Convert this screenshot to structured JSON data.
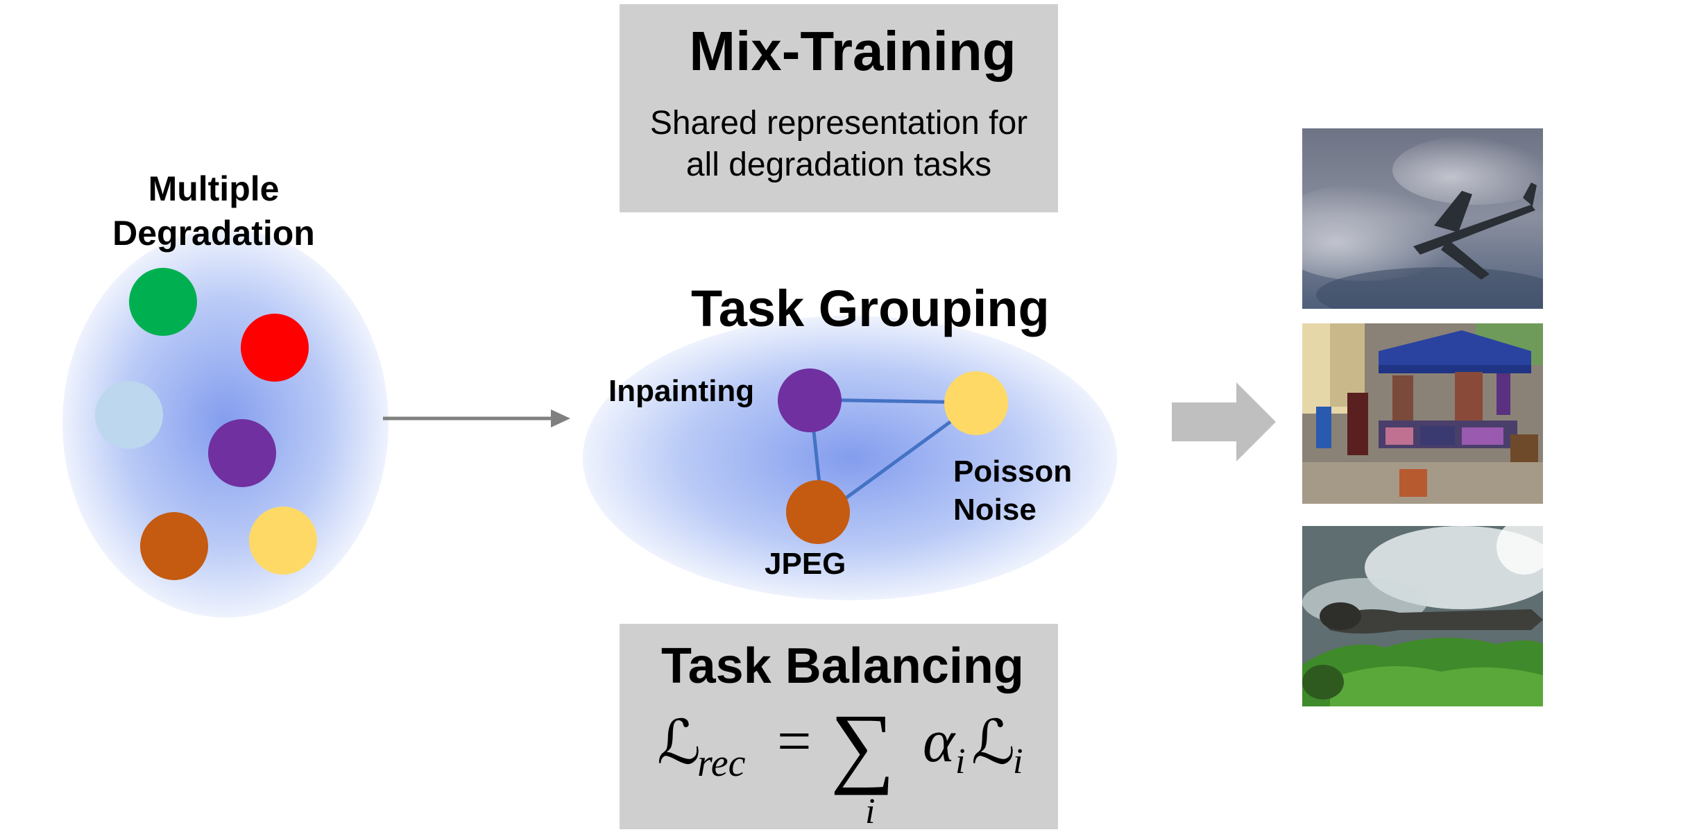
{
  "left": {
    "title_line1": "Multiple",
    "title_line2": "Degradation"
  },
  "mix_training": {
    "title": "Mix-Training",
    "subtitle_line1": "Shared representation for",
    "subtitle_line2": "all degradation tasks"
  },
  "task_grouping": {
    "title": "Task Grouping",
    "nodes": {
      "inpainting": "Inpainting",
      "poisson_line1": "Poisson",
      "poisson_line2": "Noise",
      "jpeg": "JPEG"
    }
  },
  "task_balancing": {
    "title": "Task Balancing",
    "formula_lhs": "ℒ",
    "formula_lhs_sub": "rec",
    "formula_eq": "=",
    "formula_sum": "∑",
    "formula_index": "i",
    "formula_alpha": "α",
    "formula_alpha_sub": "i",
    "formula_term": "ℒ",
    "formula_term_sub": "i"
  },
  "colors": {
    "green": "#00b050",
    "red": "#ff0000",
    "lightblue": "#bdd7ee",
    "purple": "#7030a0",
    "orange": "#c55a11",
    "yellow": "#ffd966",
    "box_gray": "#d0cfcf",
    "edge_blue": "#4472c4"
  },
  "icons": {
    "arrow_thin": "thin-right-arrow-icon",
    "arrow_block": "block-right-arrow-icon"
  },
  "photos": [
    "airplane-photo",
    "market-photo",
    "iguana-photo"
  ]
}
